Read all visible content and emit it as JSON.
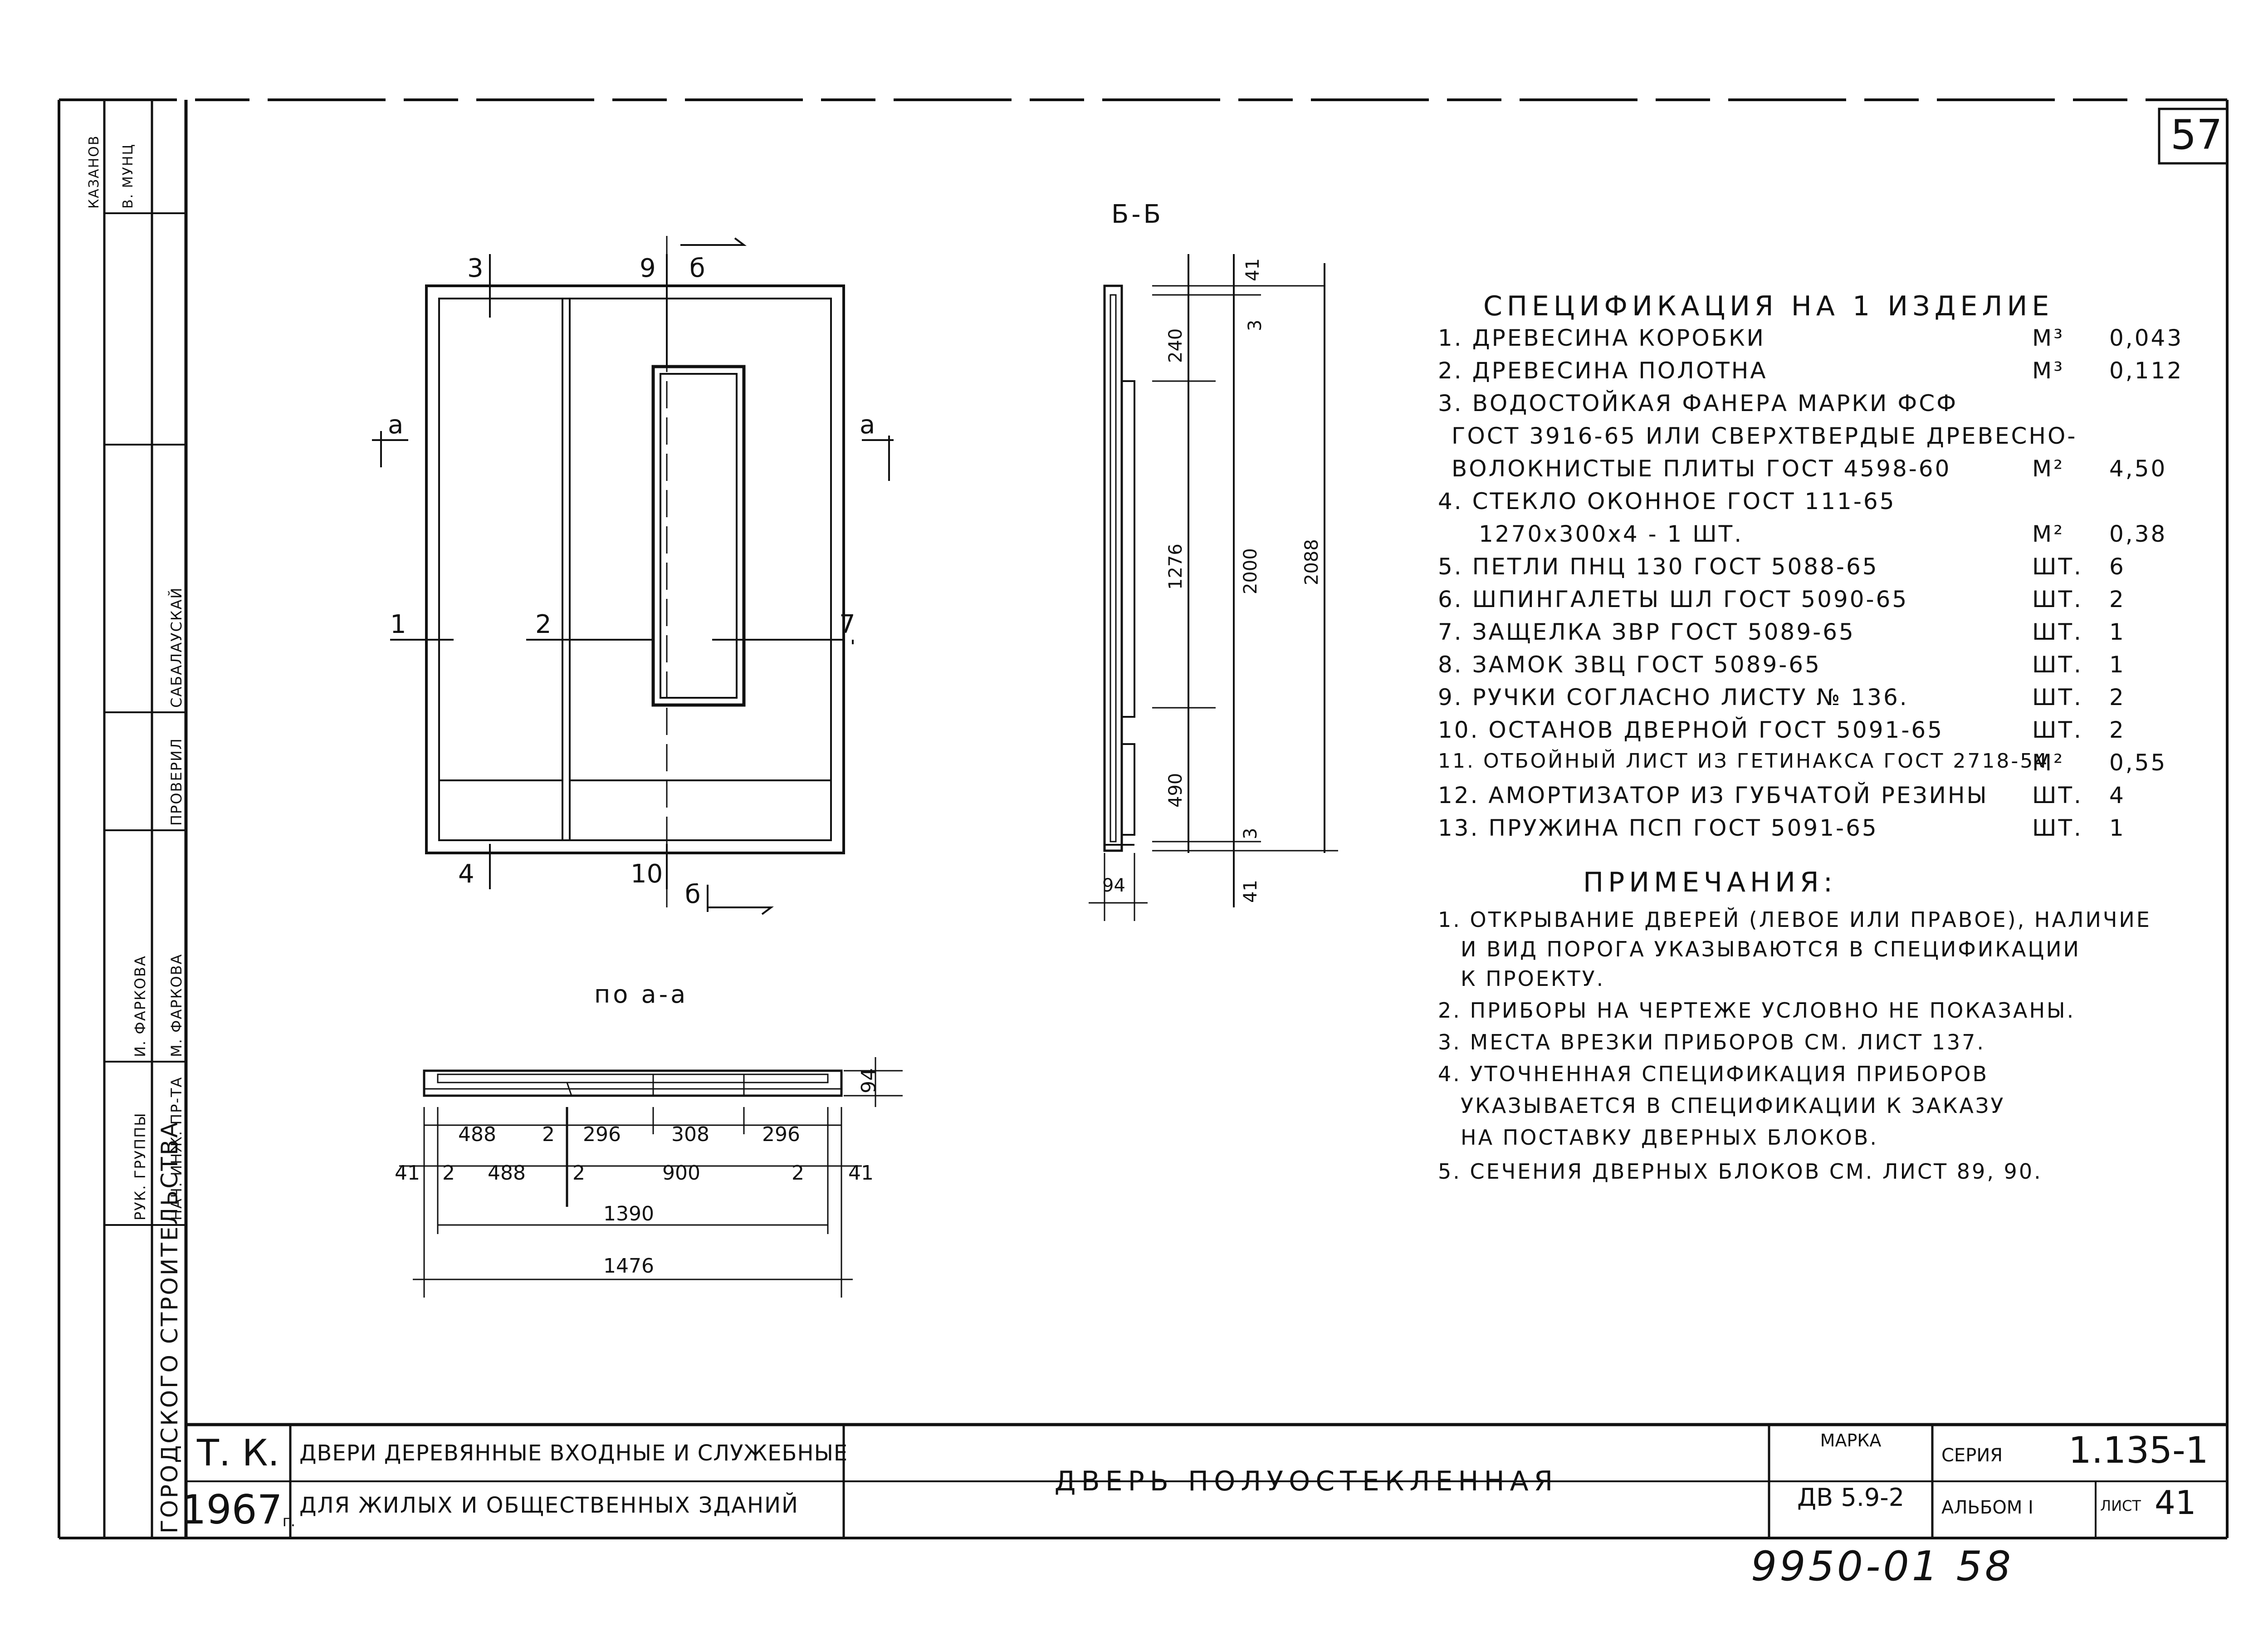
{
  "page_number": "57",
  "section_label": "Б-Б",
  "elevation_caption": "по а-а",
  "spec": {
    "title": "СПЕЦИФИКАЦИЯ НА 1 ИЗДЕЛИЕ",
    "items": [
      {
        "name": "1. ДРЕВЕСИНА КОРОБКИ",
        "unit": "М³",
        "qty": "0,043"
      },
      {
        "name": "2. ДРЕВЕСИНА ПОЛОТНА",
        "unit": "М³",
        "qty": "0,112"
      },
      {
        "name": "3. ВОДОСТОЙКАЯ ФАНЕРА МАРКИ ФСФ",
        "unit": "",
        "qty": ""
      },
      {
        "name": "ГОСТ 3916-65 ИЛИ СВЕРХТВЕРДЫЕ ДРЕВЕСНО-",
        "unit": "",
        "qty": ""
      },
      {
        "name": "ВОЛОКНИСТЫЕ ПЛИТЫ ГОСТ 4598-60",
        "unit": "М²",
        "qty": "4,50"
      },
      {
        "name": "4. СТЕКЛО ОКОННОЕ ГОСТ 111-65",
        "unit": "",
        "qty": ""
      },
      {
        "name": "1270x300x4 - 1 ШТ.",
        "unit": "М²",
        "qty": "0,38"
      },
      {
        "name": "5. ПЕТЛИ ПНЦ 130 ГОСТ 5088-65",
        "unit": "ШТ.",
        "qty": "6"
      },
      {
        "name": "6. ШПИНГАЛЕТЫ ШЛ ГОСТ 5090-65",
        "unit": "ШТ.",
        "qty": "2"
      },
      {
        "name": "7. ЗАЩЕЛКА ЗВР ГОСТ 5089-65",
        "unit": "ШТ.",
        "qty": "1"
      },
      {
        "name": "8. ЗАМОК ЗВЦ ГОСТ 5089-65",
        "unit": "ШТ.",
        "qty": "1"
      },
      {
        "name": "9. РУЧКИ СОГЛАСНО ЛИСТУ № 136.",
        "unit": "ШТ.",
        "qty": "2"
      },
      {
        "name": "10. ОСТАНОВ ДВЕРНОЙ ГОСТ 5091-65",
        "unit": "ШТ.",
        "qty": "2"
      },
      {
        "name": "11. ОТБОЙНЫЙ ЛИСТ ИЗ ГЕТИНАКСА ГОСТ 2718-54",
        "unit": "М²",
        "qty": "0,55"
      },
      {
        "name": "12. АМОРТИЗАТОР ИЗ ГУБЧАТОЙ РЕЗИНЫ",
        "unit": "ШТ.",
        "qty": "4"
      },
      {
        "name": "13. ПРУЖИНА ПСП ГОСТ 5091-65",
        "unit": "ШТ.",
        "qty": "1"
      }
    ]
  },
  "notes": {
    "title": "ПРИМЕЧАНИЯ:",
    "lines": [
      "1. ОТКРЫВАНИЕ ДВЕРЕЙ (ЛЕВОЕ ИЛИ ПРАВОЕ), НАЛИЧИЕ",
      "И ВИД ПОРОГА УКАЗЫВАЮТСЯ В СПЕЦИФИКАЦИИ",
      "К ПРОЕКТУ.",
      "2. ПРИБОРЫ НА ЧЕРТЕЖЕ УСЛОВНО НЕ ПОКАЗАНЫ.",
      "3. МЕСТА ВРЕЗКИ ПРИБОРОВ СМ. ЛИСТ 137.",
      "4. УТОЧНЕННАЯ СПЕЦИФИКАЦИЯ ПРИБОРОВ",
      "УКАЗЫВАЕТСЯ В СПЕЦИФИКАЦИИ К ЗАКАЗУ",
      "НА ПОСТАВКУ ДВЕРНЫХ БЛОКОВ.",
      "5. СЕЧЕНИЯ ДВЕРНЫХ БЛОКОВ СМ. ЛИСТ 89, 90."
    ]
  },
  "elevation_labels": {
    "top_3": "3",
    "top_9": "9",
    "top_b": "б",
    "bottom_4": "4",
    "bottom_10": "10",
    "bottom_b": "б",
    "left_a": "а",
    "right_a": "а",
    "left_1": "1",
    "mid_2": "2",
    "right_7": "7"
  },
  "section_dims": {
    "d41_top": "41",
    "d3": "3",
    "d240": "240",
    "d1276": "1276",
    "d2000": "2000",
    "d2088": "2088",
    "d490": "490",
    "d3b": "3",
    "d41_bot": "41",
    "d94": "94"
  },
  "plan_dims": {
    "row1": [
      "488",
      "2",
      "296",
      "308",
      "296"
    ],
    "row2": [
      "41",
      "2",
      "488",
      "2",
      "900",
      "2",
      "41"
    ],
    "overall_inner": "1390",
    "overall": "1476",
    "depth": "94"
  },
  "title_block": {
    "tk": "Т. К.",
    "year": "1967",
    "year_suffix": "г.",
    "series_title_1": "ДВЕРИ ДЕРЕВЯННЫЕ ВХОДНЫЕ И СЛУЖЕБНЫЕ",
    "series_title_2": "ДЛЯ ЖИЛЫХ И ОБЩЕСТВЕННЫХ ЗДАНИЙ",
    "sheet_title": "ДВЕРЬ ПОЛУОСТЕКЛЕННАЯ",
    "marka_label": "МАРКА",
    "marka_value": "ДВ 5.9-2",
    "seria_label": "СЕРИЯ",
    "seria_value": "1.135-1",
    "album_label": "АЛЬБОМ І",
    "list_label": "ЛИСТ",
    "list_value": "41"
  },
  "inventory_number": "9950-01 58",
  "side_stamp": {
    "institute": "ГОРОДСКОГО СТРОИТЕЛЬСТВА",
    "roles": [
      "НАЧ. ИНЖ. ПР-ТА",
      "РУК. ГРУППЫ",
      "ПРОВЕРИЛ"
    ],
    "names": [
      "КАЗАНОВ",
      "В. МУНЦ",
      "САБАЛАУСКАЙ",
      "М. ФАРКОВА",
      "И. ФАРКОВА"
    ]
  }
}
